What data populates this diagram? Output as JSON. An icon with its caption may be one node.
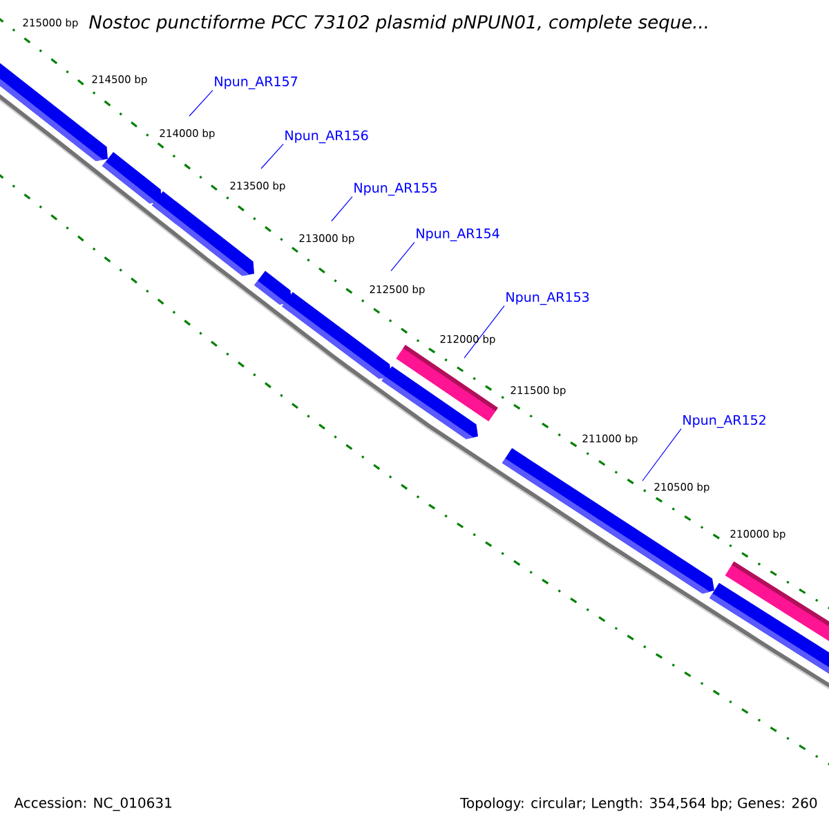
{
  "diagram": {
    "title": "Nostoc punctiforme PCC 73102 plasmid pNPUN01, complete seque...",
    "nodes": [
      {
        "text": [
          "Npun_AR157"
        ]
      },
      {
        "text": [
          "Npun_AR156"
        ]
      },
      {
        "text": [
          "Npun_AR155"
        ]
      },
      {
        "text": [
          "Npun_AR154"
        ]
      },
      {
        "text": [
          "Npun_AR153"
        ]
      },
      {
        "text": [
          "Npun_AR152"
        ]
      }
    ],
    "edges": [
      {
        "from": 0,
        "to": null,
        "arrow": "none"
      },
      {
        "from": 1,
        "to": null,
        "arrow": "none"
      },
      {
        "from": 2,
        "to": null,
        "arrow": "none"
      },
      {
        "from": 3,
        "to": null,
        "arrow": "none"
      },
      {
        "from": 4,
        "to": null,
        "arrow": "none"
      },
      {
        "from": 5,
        "to": null,
        "arrow": "none"
      }
    ],
    "labels": [
      "215000 bp",
      "214500 bp",
      "214000 bp",
      "213500 bp",
      "213000 bp",
      "212500 bp",
      "212000 bp",
      "211500 bp",
      "211000 bp",
      "210500 bp",
      "210000 bp",
      "Accession: NC_010631",
      "Topology: circular; Length: 354,564 bp; Genes: 260"
    ]
  }
}
